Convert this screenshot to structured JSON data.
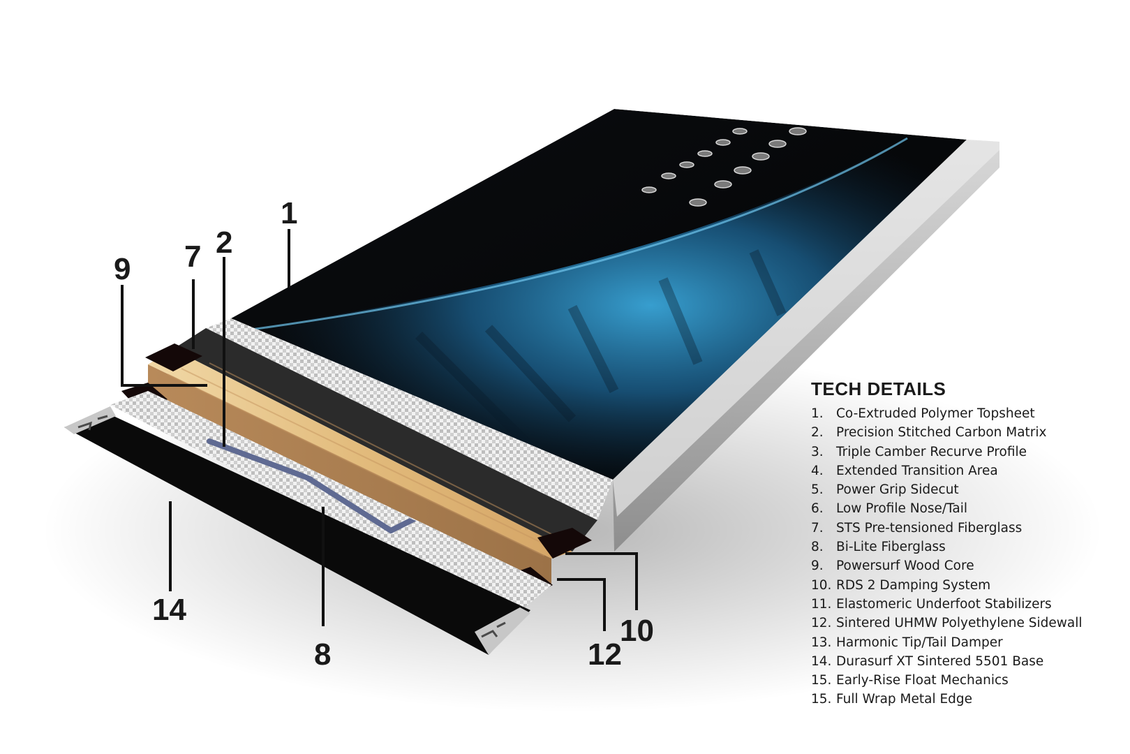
{
  "tech_details": {
    "title": "TECH DETAILS",
    "items": [
      {
        "num": "1.",
        "text": "Co-Extruded Polymer Topsheet"
      },
      {
        "num": "2.",
        "text": "Precision Stitched Carbon Matrix"
      },
      {
        "num": "3.",
        "text": "Triple Camber Recurve Profile"
      },
      {
        "num": "4.",
        "text": "Extended Transition Area"
      },
      {
        "num": "5.",
        "text": "Power Grip Sidecut"
      },
      {
        "num": "6.",
        "text": "Low Profile Nose/Tail"
      },
      {
        "num": "7.",
        "text": "STS Pre-tensioned Fiberglass"
      },
      {
        "num": "8.",
        "text": "Bi-Lite Fiberglass"
      },
      {
        "num": "9.",
        "text": "Powersurf Wood Core"
      },
      {
        "num": "10.",
        "text": "RDS 2 Damping System"
      },
      {
        "num": "11.",
        "text": "Elastomeric Underfoot Stabilizers"
      },
      {
        "num": "12.",
        "text": "Sintered UHMW Polyethylene Sidewall"
      },
      {
        "num": "13.",
        "text": "Harmonic Tip/Tail Damper"
      },
      {
        "num": "14.",
        "text": "Durasurf XT Sintered 5501 Base"
      },
      {
        "num": "15.",
        "text": "Early-Rise Float Mechanics"
      },
      {
        "num": "15.",
        "text": "Full Wrap Metal Edge"
      }
    ]
  },
  "callouts": {
    "c1": "1",
    "c2": "2",
    "c7": "7",
    "c8": "8",
    "c9": "9",
    "c10": "10",
    "c12": "12",
    "c14": "14"
  },
  "colors": {
    "topsheet": "#050608",
    "blue_graphic": "#1d6fa0",
    "sidewall": "#b9b9b9",
    "wood_core": "#e2bf85",
    "carbon_weave": "#d0d0d0",
    "damping_stripes": "#5f6a92",
    "base": "#0a0a0a"
  }
}
